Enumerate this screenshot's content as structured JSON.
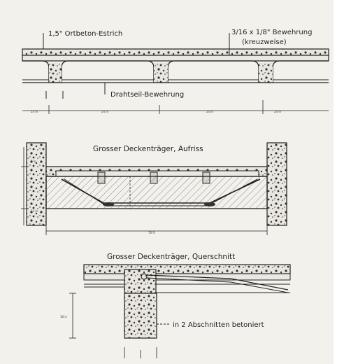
{
  "section1": {
    "label_topping": "1,5\" Ortbeton-Estrich",
    "label_reinforcement": "3/16 x 1/8\" Bewehrung",
    "label_reinforcement_note": "(kreuzweise)",
    "label_wire": "Drahtseil-Bewehrung",
    "dim_left": "24 in",
    "dim_mid1": "24 in",
    "dim_mid2": "24 in",
    "dim_right": "24 in"
  },
  "section2": {
    "title": "Grosser Deckenträger, Aufriss",
    "dim_bottom": "70 ft",
    "dim_side_top": "8 in",
    "dim_side_bottom": "12 in"
  },
  "section3": {
    "title": "Grosser Deckenträger, Querschnitt",
    "label_concrete": "in 2 Abschnitten betoniert",
    "dim_height": "18 in"
  },
  "colors": {
    "ink": "#222222",
    "paper": "#f3f1ec",
    "hatch": "#8a8a8a"
  }
}
